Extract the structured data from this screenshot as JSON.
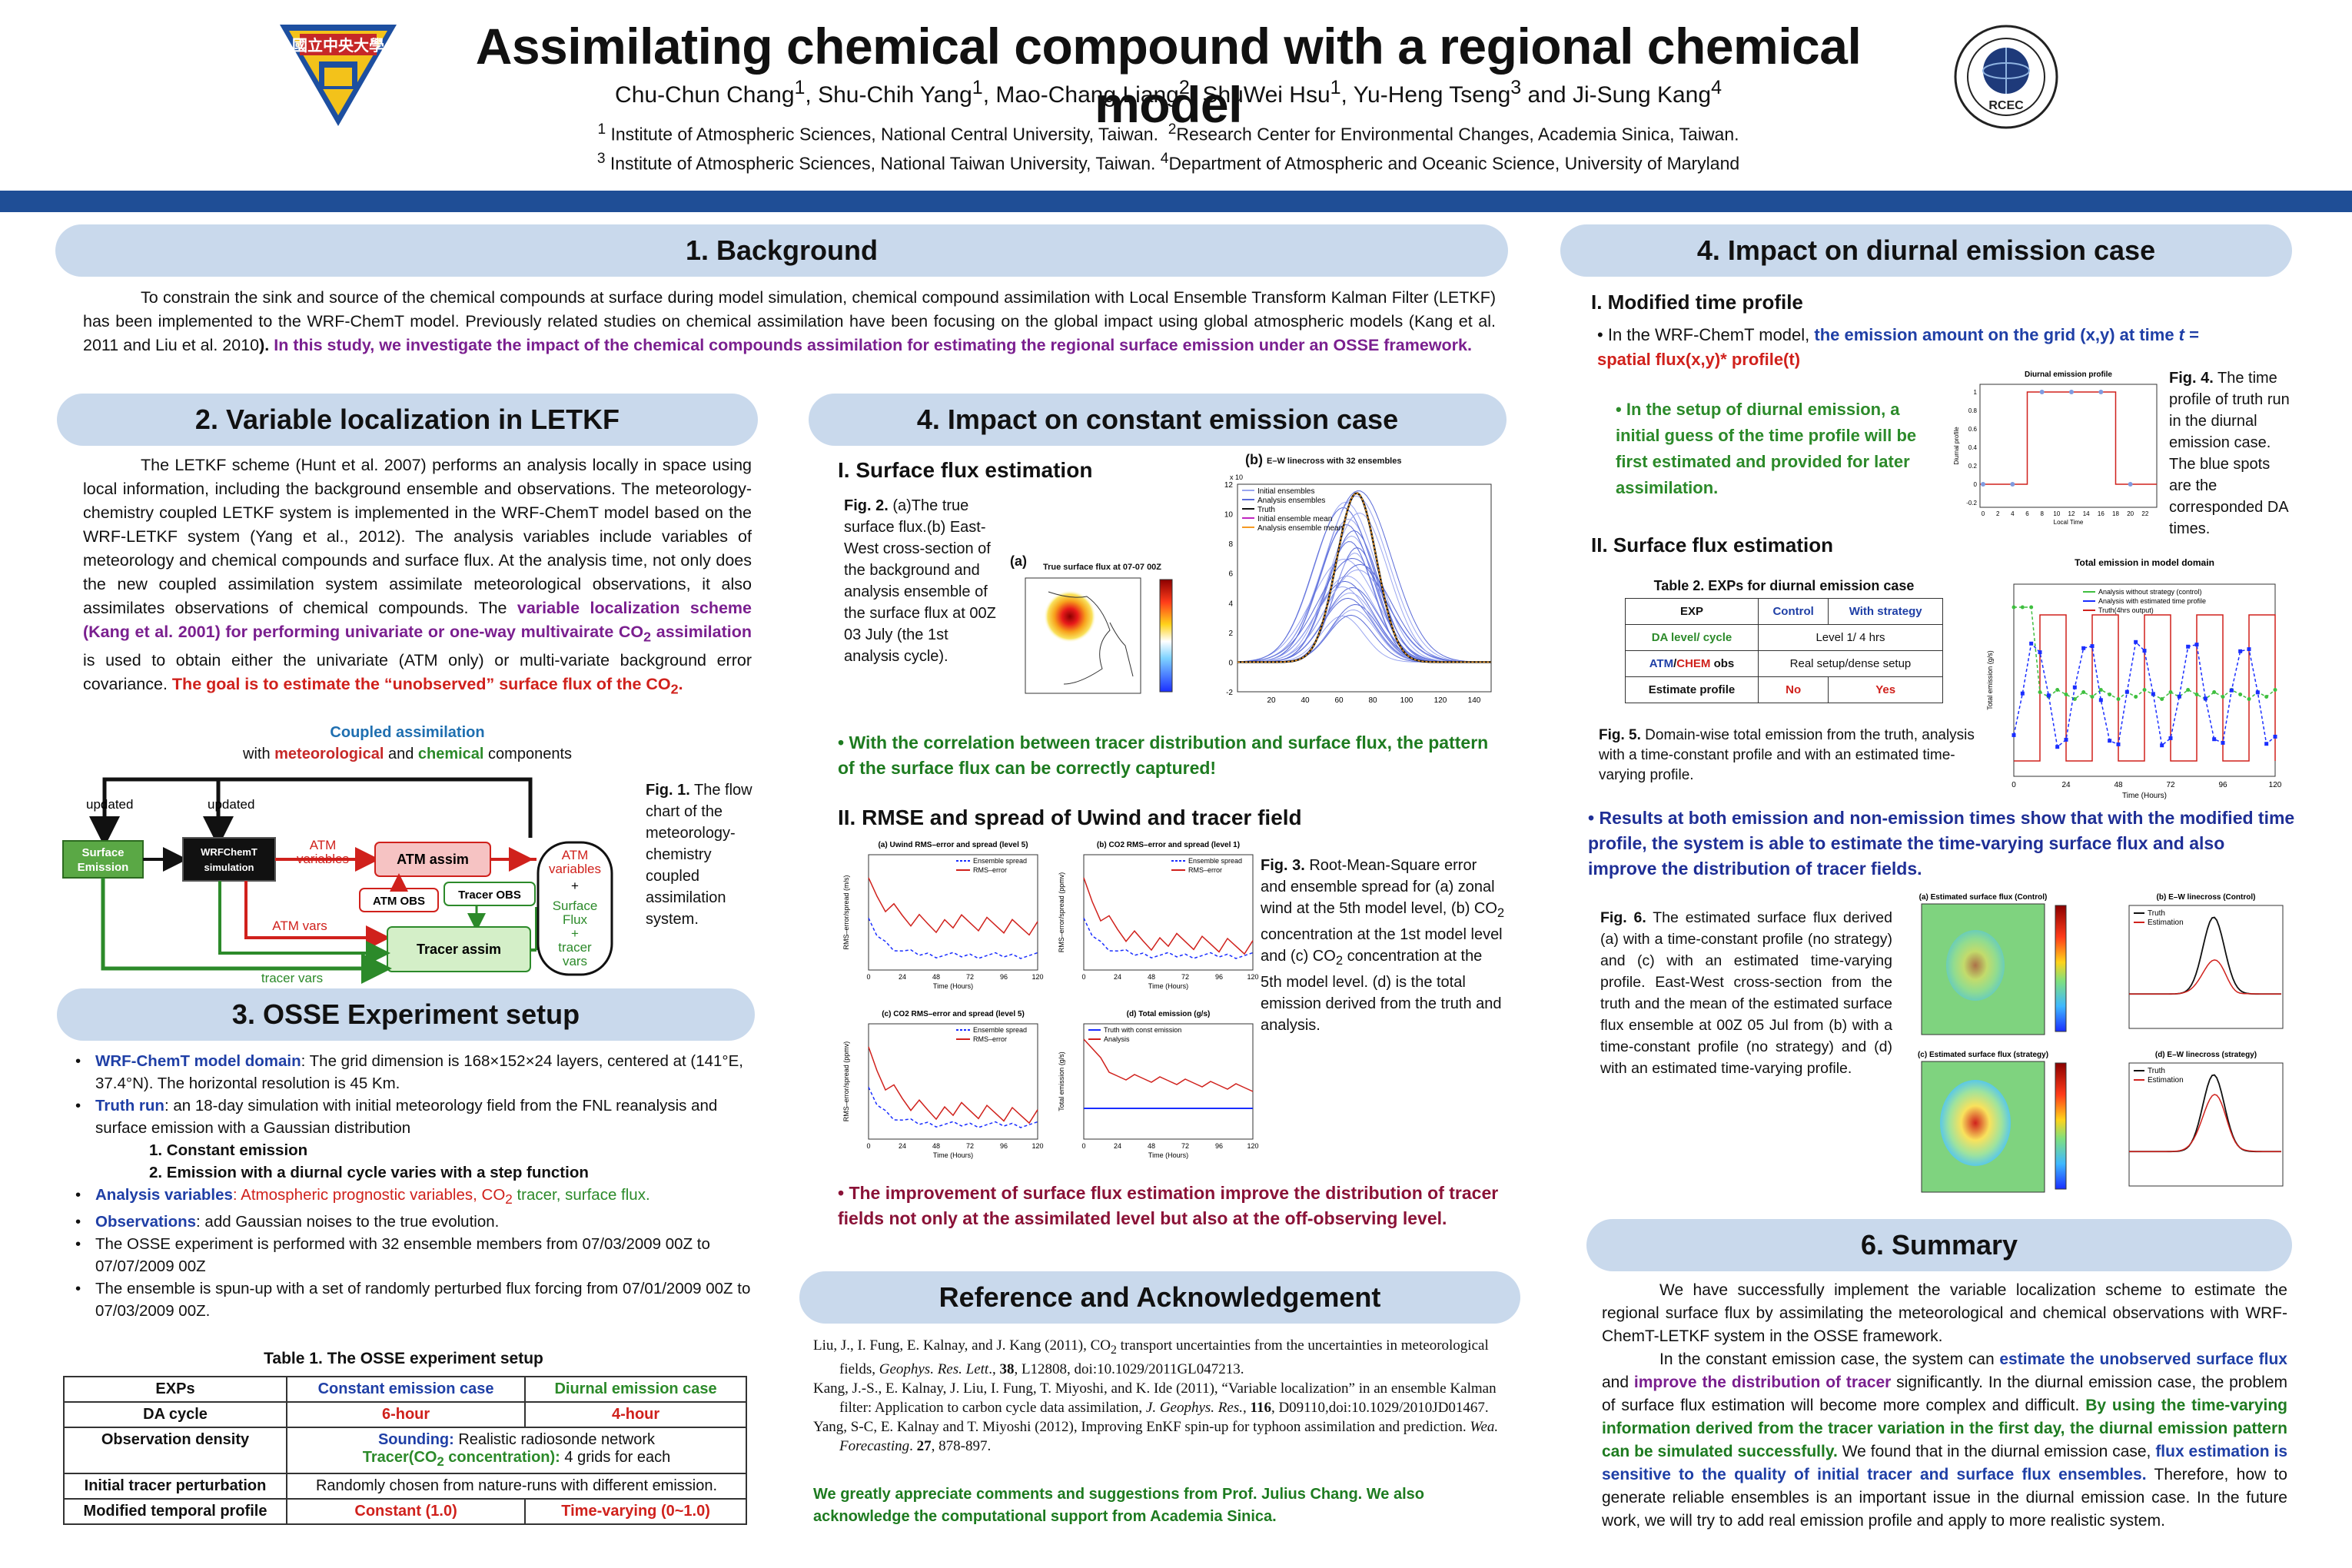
{
  "header": {
    "title": "Assimilating chemical compound with a regional chemical model",
    "authors": [
      {
        "name": "Chu-Chun Chang",
        "sup": "1"
      },
      {
        "name": "Shu-Chih Yang",
        "sup": "1"
      },
      {
        "name": "Mao-Chang Liang",
        "sup": "2"
      },
      {
        "name": "ShuWei Hsu",
        "sup": "1"
      },
      {
        "name": "Yu-Heng Tseng",
        "sup": "3"
      },
      {
        "name": "Ji-Sung Kang",
        "sup": "4"
      }
    ],
    "affil1a": "Institute of Atmospheric Sciences, National Central University, Taiwan.",
    "affil1b": "Research Center for Environmental Changes, Academia Sinica, Taiwan.",
    "affil2a": "Institute of Atmospheric Sciences, National Taiwan University, Taiwan.",
    "affil2b": "Department of Atmospheric and Oceanic Science, University of Maryland",
    "logo_left_text": "國立中央大學",
    "logo_right_text": "RCEC"
  },
  "background": {
    "heading": "1. Background",
    "text": "To constrain the sink and source of the chemical compounds at surface during model simulation, chemical compound assimilation with Local Ensemble Transform Kalman Filter (LETKF) has been implemented to the WRF-ChemT model.  Previously related studies on chemical assimilation have been focusing on the global impact using global atmospheric models (Kang et al. 2011 and Liu et al. 2010",
    "close": ").",
    "highlight": " In this study, we investigate the impact of the chemical compounds assimilation for estimating the regional surface emission under an OSSE framework."
  },
  "localization": {
    "heading": "2. Variable localization in LETKF",
    "p1": "The LETKF scheme (Hunt et al. 2007) performs an analysis locally in space using local information, including the background ensemble and observations. The meteorology-chemistry coupled LETKF system is implemented in the WRF-ChemT model based on the WRF-LETKF system (Yang et al., 2012). The analysis variables include variables of meteorology and chemical compounds and surface flux. At the analysis time, not only does the new coupled assimilation system assimilate meteorological observations, it also assimilates observations of chemical compounds. The ",
    "p1_hl": "variable localization scheme (Kang et al. 2001) for performing univariate or one-way multivairate CO",
    "p1_hl2": " assimilation",
    "p1_rest": " is used to obtain either the univariate (ATM only) or multi-variate background error covariance. ",
    "p1_red": "The goal is to estimate the “unobserved” surface flux of the CO",
    "p1_red_end": ".",
    "flow_title": "Coupled assimilation",
    "flow_sub_a": "with ",
    "flow_sub_met": "meteorological",
    "flow_sub_and": " and ",
    "flow_sub_chem": "chemical",
    "flow_sub_b": " components",
    "flow_updated": "updated",
    "flow_surface": "Surface Emission",
    "flow_wrf": "WRFChemT simulation",
    "flow_atm_vars": "ATM variables",
    "flow_atm_assim": "ATM assim",
    "flow_atm_obs": "ATM OBS",
    "flow_tracer_obs": "Tracer OBS",
    "flow_atm_vars2": "ATM  vars",
    "flow_tracer_assim": "Tracer assim",
    "flow_tracer_vars": "tracer vars",
    "flow_out1": "ATM variables",
    "flow_out_plus": "+",
    "flow_out2": "Surface Flux",
    "flow_out3": "tracer vars",
    "fig1_label": "Fig. 1.",
    "fig1_cap": " The flow chart of the meteorology-chemistry coupled assimilation system."
  },
  "osse": {
    "heading": "3. OSSE Experiment setup",
    "b1_label": "WRF-ChemT model domain",
    "b1_text": ": The grid dimension is 168×152×24 layers, centered at (141°E, 37.4°N). The horizontal resolution is 45 Km.",
    "b2_label": "Truth run",
    "b2_text": ": an 18-day simulation with initial meteorology field from the FNL reanalysis and surface emission with a Gaussian distribution",
    "b2_sub1": "1.   Constant emission",
    "b2_sub2": "2.   Emission with a diurnal cycle varies with a step function",
    "b3_label": "Analysis variables",
    "b3_text": ": Atmospheric prognostic variables, CO",
    "b3_text2": " tracer, surface flux.",
    "b4_label": "Observations",
    "b4_text": ": add Gaussian noises to the true evolution.",
    "b5_text": " The OSSE experiment is performed with 32 ensemble members from 07/03/2009 00Z to 07/07/2009 00Z",
    "b6_text": "The ensemble is spun-up with a set of randomly perturbed flux forcing from 07/01/2009 00Z to 07/03/2009 00Z.",
    "table_title": "Table 1. The OSSE experiment setup",
    "table": {
      "h0": "EXPs",
      "h1": "Constant emission case",
      "h2": "Diurnal emission case",
      "r1c0": "DA cycle",
      "r1c1": "6-hour",
      "r1c2": "4-hour",
      "r2c0": "Observation density",
      "r2a": "Sounding:",
      "r2b": " Realistic radiosonde network",
      "r2c": "Tracer(CO",
      "r2d": " concentration):",
      "r2e": " 4 grids for each",
      "r3c0": "Initial tracer perturbation",
      "r3c1": "Randomly chosen from nature-runs with different emission.",
      "r4c0": "Modified temporal profile",
      "r4c1": "Constant (1.0)",
      "r4c2": "Time-varying (0~1.0)"
    }
  },
  "constant": {
    "heading": "4. Impact on constant emission case",
    "sub1": "I.   Surface flux estimation",
    "fig2_label": "Fig. 2.",
    "fig2_cap": " (a)The true surface flux.(b) East-West cross-section of the background and analysis ensemble of the surface flux at 00Z 03 July (the 1st analysis cycle).",
    "fig2a_tag": "(a)",
    "fig2a_title": "True surface flux at 07-07 00Z",
    "fig2b_tag": "(b)",
    "fig2b_title": "E–W linecross with 32 ensembles",
    "fig2b_legend": [
      "Initial ensembles",
      "Analysis ensembles",
      "Truth",
      "Initial ensemble mean",
      "Analysis ensemble mean"
    ],
    "fig2b_xticks": [
      "20",
      "40",
      "60",
      "80",
      "100",
      "120",
      "140"
    ],
    "fig2b_yticks": [
      "12",
      "10",
      "8",
      "6",
      "4",
      "2",
      "0",
      "-2"
    ],
    "fig2b_exp": "x 10",
    "bullet1": "With the correlation between tracer distribution and surface flux, the pattern of the surface flux can be correctly captured!",
    "sub2": "II.   RMSE and spread of Uwind and tracer field",
    "fig3_label": "Fig. 3.",
    "fig3_cap": " Root-Mean-Square error and ensemble spread for (a) zonal wind at the 5th model level, (b) CO",
    "fig3_cap2": " concentration at the 1st model level and (c) CO",
    "fig3_cap3": " concentration at the 5th model level. (d) is the total emission derived from the truth and analysis.",
    "p3a_title": "(a) Uwind RMS–error and spread (level 5)",
    "p3b_title": "(b) CO2 RMS–error and spread (level 1)",
    "p3c_title": "(c) CO2 RMS–error and spread (level 5)",
    "p3d_title": "(d) Total emission (g/s)",
    "p3_leg1": "Ensemble spread",
    "p3_leg2": "RMS–error",
    "p3d_leg1": "Truth with const emission",
    "p3d_leg2": "Analysis",
    "p3_xlabel": "Time (Hours)",
    "p3_xticks": [
      "0",
      "24",
      "48",
      "72",
      "96",
      "120"
    ],
    "p3a_ylabel": "RMS–error/spread (m/s)",
    "p3b_ylabel": "RMS–error/spread (ppmv)",
    "p3d_ylabel": "Total emission (g/s)",
    "bullet2": "The improvement of surface flux estimation improve the distribution of tracer fields not only at the assimilated level but also at the off-observing level."
  },
  "reference": {
    "heading": "Reference and Acknowledgement",
    "r1a": "Liu, J., I. Fung, E. Kalnay, and J. Kang (2011), CO",
    "r1b": " transport uncertainties from the uncertainties in meteorological fields, ",
    "r1c": "Geophys. Res. Lett",
    "r1d": "., ",
    "r1e": "38",
    "r1f": ", L12808, doi:10.1029/2011GL047213.",
    "r2a": "Kang, J.-S., E. Kalnay, J. Liu, I. Fung, T. Miyoshi, and K. Ide (2011), “Variable localization” in an ensemble Kalman filter: Application to carbon cycle data  assimilation, ",
    "r2b": "J. Geophys. Res.",
    "r2c": ", ",
    "r2d": "116",
    "r2e": ", D09110,doi:10.1029/2010JD01467.",
    "r3a": "Yang, S-C, E. Kalnay and T. Miyoshi (2012), Improving EnKF spin-up for typhoon assimilation and prediction. ",
    "r3b": "Wea. Forecasting",
    "r3c": ". ",
    "r3d": "27",
    "r3e": ",  878-897.",
    "ack": "We greatly appreciate comments and suggestions from Prof.  Julius  Chang. We also acknowledge the computational support from Academia Sinica."
  },
  "diurnal": {
    "heading": "4. Impact on diurnal emission case",
    "sub1": "I.   Modified time profile",
    "b1a": "In the WRF-ChemT model, ",
    "b1b": "the emission amount on the grid (x,y) at time ",
    "b1c": "t",
    "b1d": " = ",
    "b1e": "spatial flux(x,y)* profile(t)",
    "b2": "In the setup of diurnal emission,  a  initial guess of the time profile will be first estimated and provided for later assimilation.",
    "fig4_title": "Diurnal emission profile",
    "fig4_label": "Fig. 4.",
    "fig4_cap": " The time profile of truth run  in the diurnal emission case. The blue spots are the corresponded DA times.",
    "fig4_xlabel": "Local Time",
    "fig4_ylabel": "Diurnal profile",
    "fig4_xticks": [
      "0",
      "2",
      "4",
      "6",
      "8",
      "10",
      "12",
      "14",
      "16",
      "18",
      "20",
      "22"
    ],
    "fig4_yticks": [
      "1",
      "0.8",
      "0.6",
      "0.4",
      "0.2",
      "0",
      "-0.2"
    ],
    "sub2": "II.   Surface flux estimation",
    "table2_title": "Table 2. EXPs for diurnal emission case",
    "t2": {
      "h0": "EXP",
      "h1": "Control",
      "h2": "With strategy",
      "r1c0": "DA level/ cycle",
      "r1c1": "Level 1/ 4 hrs",
      "r2c0a": "ATM",
      "r2c0b": "/",
      "r2c0c": "CHEM",
      "r2c0d": " obs",
      "r2c1": "Real setup/dense setup",
      "r3c0": "Estimate profile",
      "r3c1": "No",
      "r3c2": "Yes"
    },
    "fig5_title": "Total emission in model domain",
    "fig5_legend": [
      "Analysis without strategy (control)",
      "Analysis with estimated time profile",
      "Truth(4hrs output)"
    ],
    "fig5_xlabel": "Time (Hours)",
    "fig5_ylabel": "Total emission (g/s)",
    "fig5_xticks": [
      "0",
      "24",
      "48",
      "72",
      "96",
      "120"
    ],
    "fig5_label": "Fig. 5.",
    "fig5_cap": " Domain-wise total emission from the truth, analysis with a time-constant profile and with an estimated time-varying profile.",
    "bullet": "Results at both emission and non-emission times show that with the modified time profile, the system is able to estimate the time-varying surface flux and also improve the distribution of tracer fields.",
    "fig6_label": "Fig. 6.",
    "fig6_cap": " The estimated surface flux derived (a) with a time-constant profile (no strategy) and (c) with an estimated time-varying profile. East-West cross-section from the truth and the mean of the estimated surface flux ensemble at 00Z 05 Jul from (b) with a time-constant profile (no strategy) and (d) with an estimated time-varying profile.",
    "p6a_title": "(a) Estimated surface flux (Control)",
    "p6b_title": "(b) E–W linecross (Control)",
    "p6c_title": "(c) Estimated surface flux (strategy)",
    "p6d_title": "(d) E–W linecross (strategy)",
    "p6_leg1": "Truth",
    "p6_leg2": "Estimation"
  },
  "summary": {
    "heading": "6. Summary",
    "p1": "We have successfully implement the variable localization scheme to estimate the regional surface flux by assimilating the meteorological and chemical observations with WRF-ChemT-LETKF system in the OSSE framework.",
    "p2a": "In the constant emission case, the system can ",
    "p2b": "estimate the unobserved surface flux",
    "p2c": " and ",
    "p2d": "improve the distribution of tracer",
    "p2e": " significantly. In the diurnal emission case, the problem of surface flux estimation will become more complex and difficult. ",
    "p2f": "By using the time-varying information derived from the tracer variation in the first day, the diurnal emission pattern can be simulated successfully.",
    "p2g": " We found that in the diurnal emission case, ",
    "p2h": "flux estimation is sensitive to the quality of initial tracer and surface flux ensembles.",
    "p2i": " Therefore, how to generate reliable ensembles is an important issue in the diurnal emission case. In the future work, we will try to add real emission profile and apply to more realistic system."
  },
  "colors": {
    "accent_bar": "#1f4e96",
    "heading_bg": "#c9d9ec",
    "purple": "#7a1f8f",
    "red": "#d0211c",
    "blue": "#1f3fa6",
    "green": "#2c8a2a"
  }
}
